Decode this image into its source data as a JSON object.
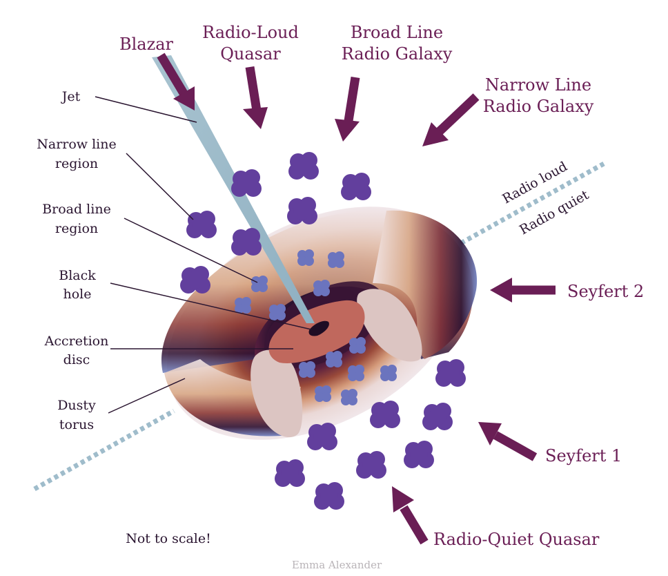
{
  "labels": {
    "jet": "Jet",
    "narrow_line_region": [
      "Narrow line",
      "region"
    ],
    "broad_line_region": [
      "Broad line",
      "region"
    ],
    "black_hole": [
      "Black",
      "hole"
    ],
    "accretion_disc": [
      "Accretion",
      "disc"
    ],
    "dusty_torus": [
      "Dusty",
      "torus"
    ],
    "radio_loud": "Radio loud",
    "radio_quiet": "Radio quiet"
  },
  "agn_types": {
    "blazar": "Blazar",
    "radio_loud_quasar": [
      "Radio-Loud",
      "Quasar"
    ],
    "broad_line_radio_galaxy": [
      "Broad Line",
      "Radio Galaxy"
    ],
    "narrow_line_radio_galaxy": [
      "Narrow Line",
      "Radio Galaxy"
    ],
    "seyfert_2": "Seyfert 2",
    "seyfert_1": "Seyfert 1",
    "radio_quiet_quasar": "Radio-Quiet Quasar"
  },
  "notes": {
    "scale": "Not to scale!",
    "credit": "Emma Alexander"
  },
  "colors": {
    "arrow": "#6a1e55",
    "label": "#2a1530",
    "jet": "#9fbccb",
    "nlr_cloud": "#623f9d",
    "blr_cloud": "#6b74be",
    "disc": "#c0685d",
    "black_hole": "#1f0d24",
    "divider": "#9fbccb",
    "torus_outer": "#e7d6d6",
    "torus_mid": "#8a3a36",
    "torus_dark": "#2b1230",
    "torus_cut": "#dcc5c2"
  }
}
